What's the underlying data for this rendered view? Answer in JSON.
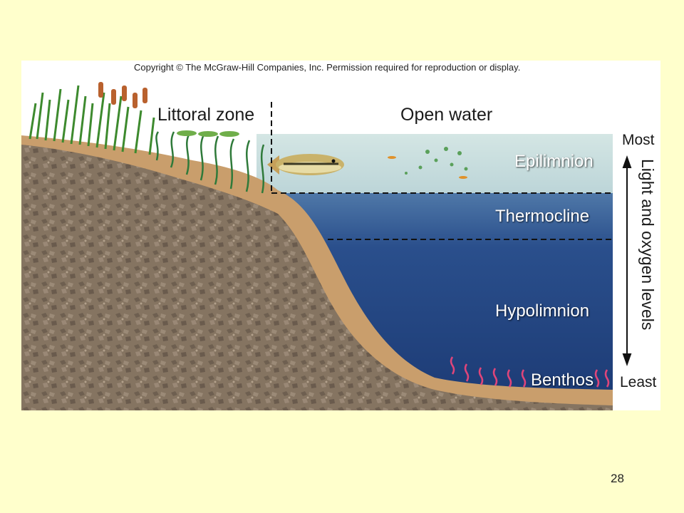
{
  "copyright": "Copyright © The McGraw-Hill Companies, Inc. Permission required for reproduction or display.",
  "zones": {
    "littoral": "Littoral zone",
    "open_water": "Open water"
  },
  "layers": {
    "epilimnion": "Epilimnion",
    "thermocline": "Thermocline",
    "hypolimnion": "Hypolimnion",
    "benthos": "Benthos"
  },
  "gradient_scale": {
    "top": "Most",
    "bottom": "Least",
    "label": "Light and oxygen levels"
  },
  "page_number": "28",
  "colors": {
    "slide_background": "#ffffcc",
    "epilimnion_water": "#c9dede",
    "deep_water": "#1f3e78",
    "sediment": "#8a7866",
    "shore_sand": "#c9a16e",
    "benthos_worms": "#e0457a"
  }
}
